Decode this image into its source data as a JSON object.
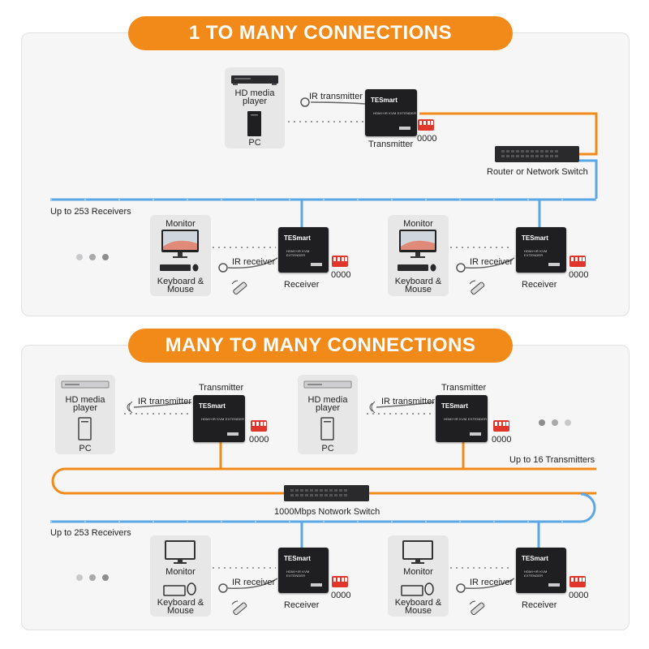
{
  "top": {
    "title": "1 TO MANY CONNECTIONS",
    "sources": {
      "hd_player": "HD media\nplayer",
      "pc": "PC"
    },
    "ir_transmitter": "IR transmitter",
    "transmitter": "Transmitter",
    "transmitter_code": "0000",
    "switch": "Router or Network Switch",
    "receivers_count": "Up to 253 Receivers",
    "receivers": [
      {
        "monitor": "Monitor",
        "kbm": "Keyboard &\nMouse",
        "ir": "IR receiver",
        "label": "Receiver",
        "code": "0000"
      },
      {
        "monitor": "Monitor",
        "kbm": "Keyboard &\nMouse",
        "ir": "IR receiver",
        "label": "Receiver",
        "code": "0000"
      }
    ]
  },
  "bottom": {
    "title": "MANY TO MANY CONNECTIONS",
    "transmitters": [
      {
        "hd_player": "HD media\nplayer",
        "pc": "PC",
        "ir": "IR transmitter",
        "label": "Transmitter",
        "code": "0000"
      },
      {
        "hd_player": "HD media\nplayer",
        "pc": "PC",
        "ir": "IR transmitter",
        "label": "Transmitter",
        "code": "0000"
      }
    ],
    "transmitters_count": "Up to 16 Transmitters",
    "switch": "1000Mbps Notwork Switch",
    "receivers_count": "Up to 253 Receivers",
    "receivers": [
      {
        "monitor": "Monitor",
        "kbm": "Keyboard &\nMouse",
        "ir": "IR receiver",
        "label": "Receiver",
        "code": "0000"
      },
      {
        "monitor": "Monitor",
        "kbm": "Keyboard &\nMouse",
        "ir": "IR receiver",
        "label": "Receiver",
        "code": "0000"
      }
    ]
  },
  "device": {
    "brand": "TESmart",
    "model": "HDMI+IR KVM EXTENDER"
  },
  "colors": {
    "orange": "#f28a1a",
    "blue": "#5aa7e6",
    "panel": "#f6f6f7",
    "device": "#1f1f21",
    "dip": "#e0362c"
  }
}
